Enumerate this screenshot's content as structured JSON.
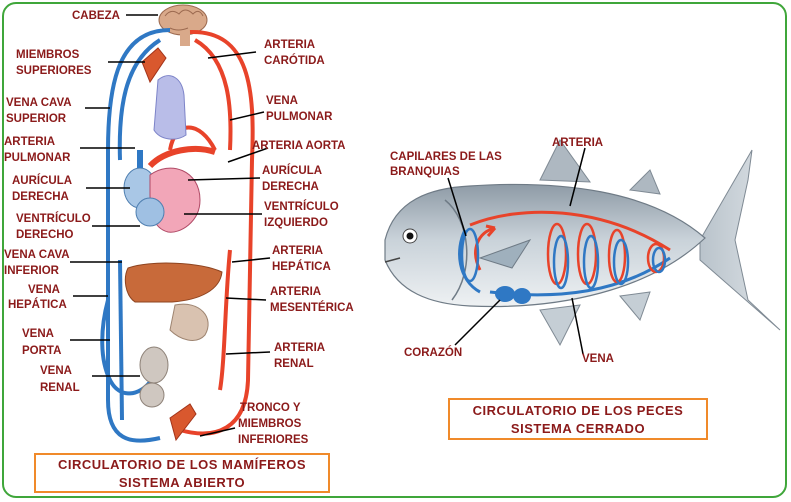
{
  "mammal": {
    "labels": {
      "cabeza": "CABEZA",
      "miembros_sup_1": "MIEMBROS",
      "miembros_sup_2": "SUPERIORES",
      "vena_cava_sup_1": "VENA CAVA",
      "vena_cava_sup_2": "SUPERIOR",
      "arteria_pulm_1": "ARTERIA",
      "arteria_pulm_2": "PULMONAR",
      "auricula_der_l_1": "AURÍCULA",
      "auricula_der_l_2": "DERECHA",
      "ventriculo_der_1": "VENTRÍCULO",
      "ventriculo_der_2": "DERECHO",
      "vena_cava_inf_1": "VENA CAVA",
      "vena_cava_inf_2": "INFERIOR",
      "vena_hep_1": "VENA",
      "vena_hep_2": "HEPÁTICA",
      "vena_porta_1": "VENA",
      "vena_porta_2": "PORTA",
      "vena_renal_1": "VENA",
      "vena_renal_2": "RENAL",
      "arteria_carotida_1": "ARTERIA",
      "arteria_carotida_2": "CARÓTIDA",
      "vena_pulm_1": "VENA",
      "vena_pulm_2": "PULMONAR",
      "arteria_aorta": "ARTERIA AORTA",
      "auricula_der_r_1": "AURÍCULA",
      "auricula_der_r_2": "DERECHA",
      "ventriculo_izq_1": "VENTRÍCULO",
      "ventriculo_izq_2": "IZQUIERDO",
      "arteria_hep_1": "ARTERIA",
      "arteria_hep_2": "HEPÁTICA",
      "arteria_mes_1": "ARTERIA",
      "arteria_mes_2": "MESENTÉRICA",
      "arteria_renal_1": "ARTERIA",
      "arteria_renal_2": "RENAL",
      "tronco_1": "TRONCO Y",
      "tronco_2": "MIEMBROS",
      "tronco_3": "INFERIORES"
    },
    "caption_line1": "CIRCULATORIO DE LOS MAMÍFEROS",
    "caption_line2": "SISTEMA ABIERTO"
  },
  "fish": {
    "labels": {
      "capilares_1": "CAPILARES DE LAS",
      "capilares_2": "BRANQUIAS",
      "arteria": "ARTERIA",
      "corazon": "CORAZÓN",
      "vena": "VENA"
    },
    "caption_line1": "CIRCULATORIO DE LOS PECES",
    "caption_line2": "SISTEMA CERRADO"
  },
  "colors": {
    "artery": "#e8432a",
    "vein": "#2f78c4",
    "label": "#8b1a1a",
    "frame": "#3fa63a",
    "caption_border": "#f08a2a"
  }
}
